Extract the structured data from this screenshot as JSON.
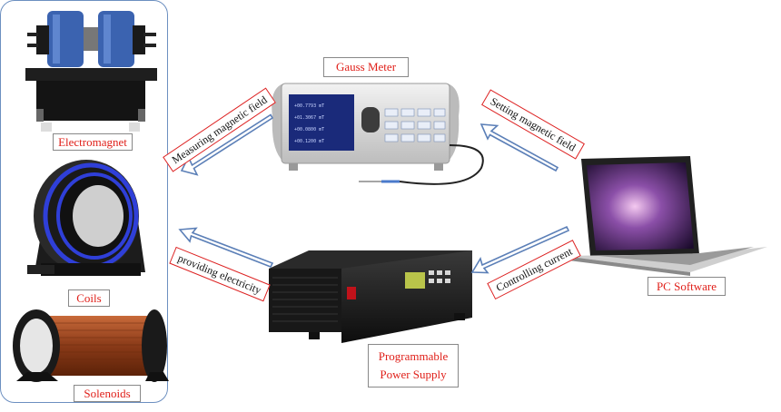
{
  "devices": {
    "electromagnet": "Electromagnet",
    "coils": "Coils",
    "solenoids": "Solenoids",
    "gauss_meter": "Gauss Meter",
    "pc_software": "PC Software",
    "power_supply_line1": "Programmable",
    "power_supply_line2": "Power Supply"
  },
  "arrows": {
    "measuring": "Measuring magnetic field",
    "setting": "Setting magnetic field",
    "providing": "providing electricity",
    "controlling": "Controlling current"
  },
  "colors": {
    "label_text": "#e0201a",
    "arrow_outline": "#5b7fb7",
    "panel_border": "#6c8fc0"
  }
}
